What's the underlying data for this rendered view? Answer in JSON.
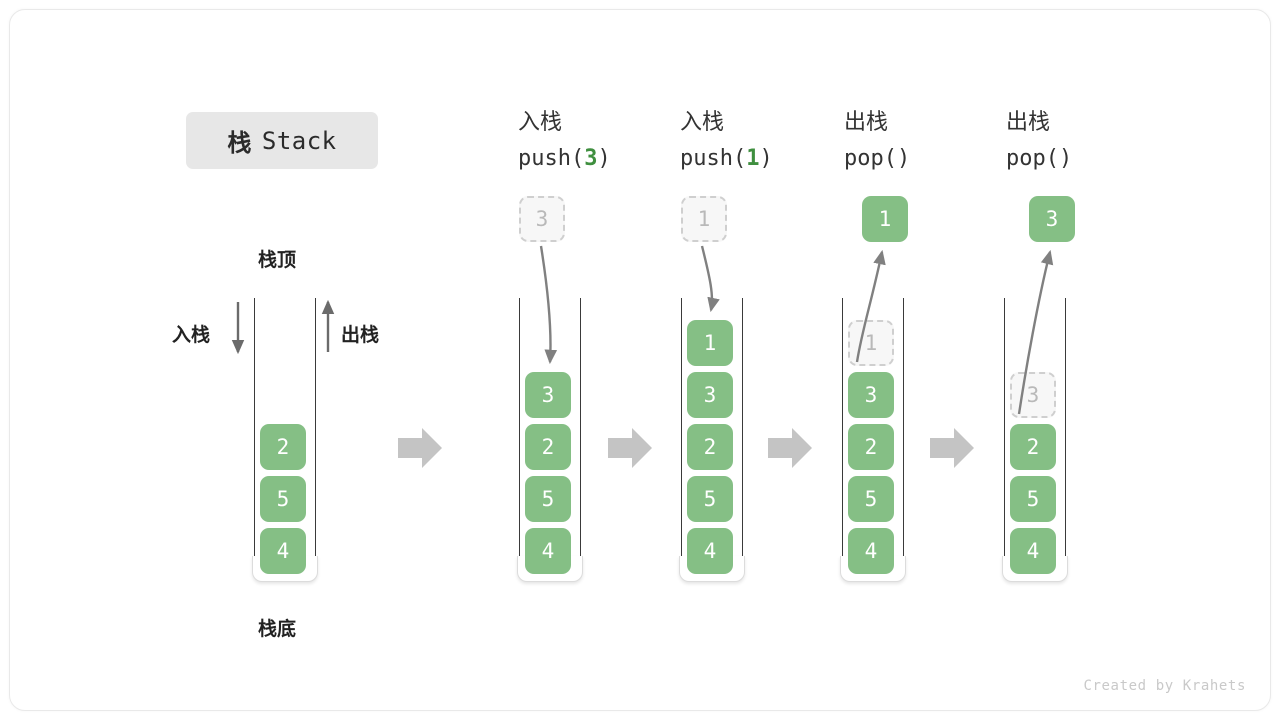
{
  "meta": {
    "title_cn": "栈",
    "title_en": "Stack",
    "watermark": "Created by Krahets",
    "colors": {
      "cell_fill": "#85bf85",
      "cell_text": "#ffffff",
      "ghost_fill": "#f7f7f7",
      "ghost_border": "#cfcfcf",
      "ghost_text": "#b9b9b9",
      "badge_bg": "#e7e7e7",
      "arrow_grey": "#808080",
      "block_arrow": "#c4c4c4",
      "accent_green": "#3f8f3f",
      "wall": "#3a3a3a"
    }
  },
  "legend": {
    "top_label": "栈顶",
    "bottom_label": "栈底",
    "push_label": "入栈",
    "pop_label": "出栈"
  },
  "panels": [
    {
      "id": "initial",
      "heading_cn": "",
      "heading_code": "",
      "code_arg": "",
      "cells": [
        "2",
        "5",
        "4"
      ],
      "ghost_index": -1,
      "floating": null,
      "arrow": null
    },
    {
      "id": "push-3",
      "heading_cn": "入栈",
      "heading_code": "push(3)",
      "code_arg": "3",
      "cells": [
        "3",
        "2",
        "5",
        "4"
      ],
      "ghost_index": -1,
      "floating": {
        "value": "3",
        "style": "ghost"
      },
      "arrow": "down"
    },
    {
      "id": "push-1",
      "heading_cn": "入栈",
      "heading_code": "push(1)",
      "code_arg": "1",
      "cells": [
        "1",
        "3",
        "2",
        "5",
        "4"
      ],
      "ghost_index": -1,
      "floating": {
        "value": "1",
        "style": "ghost"
      },
      "arrow": "down"
    },
    {
      "id": "pop-1",
      "heading_cn": "出栈",
      "heading_code": "pop()",
      "code_arg": "",
      "cells": [
        "1",
        "3",
        "2",
        "5",
        "4"
      ],
      "ghost_index": 0,
      "floating": {
        "value": "1",
        "style": "filled"
      },
      "arrow": "up"
    },
    {
      "id": "pop-3",
      "heading_cn": "出栈",
      "heading_code": "pop()",
      "code_arg": "",
      "cells": [
        "3",
        "2",
        "5",
        "4"
      ],
      "ghost_index": 0,
      "floating": {
        "value": "3",
        "style": "filled"
      },
      "arrow": "up"
    }
  ],
  "separators": [
    "arrow-right",
    "arrow-right",
    "arrow-right",
    "arrow-right"
  ]
}
